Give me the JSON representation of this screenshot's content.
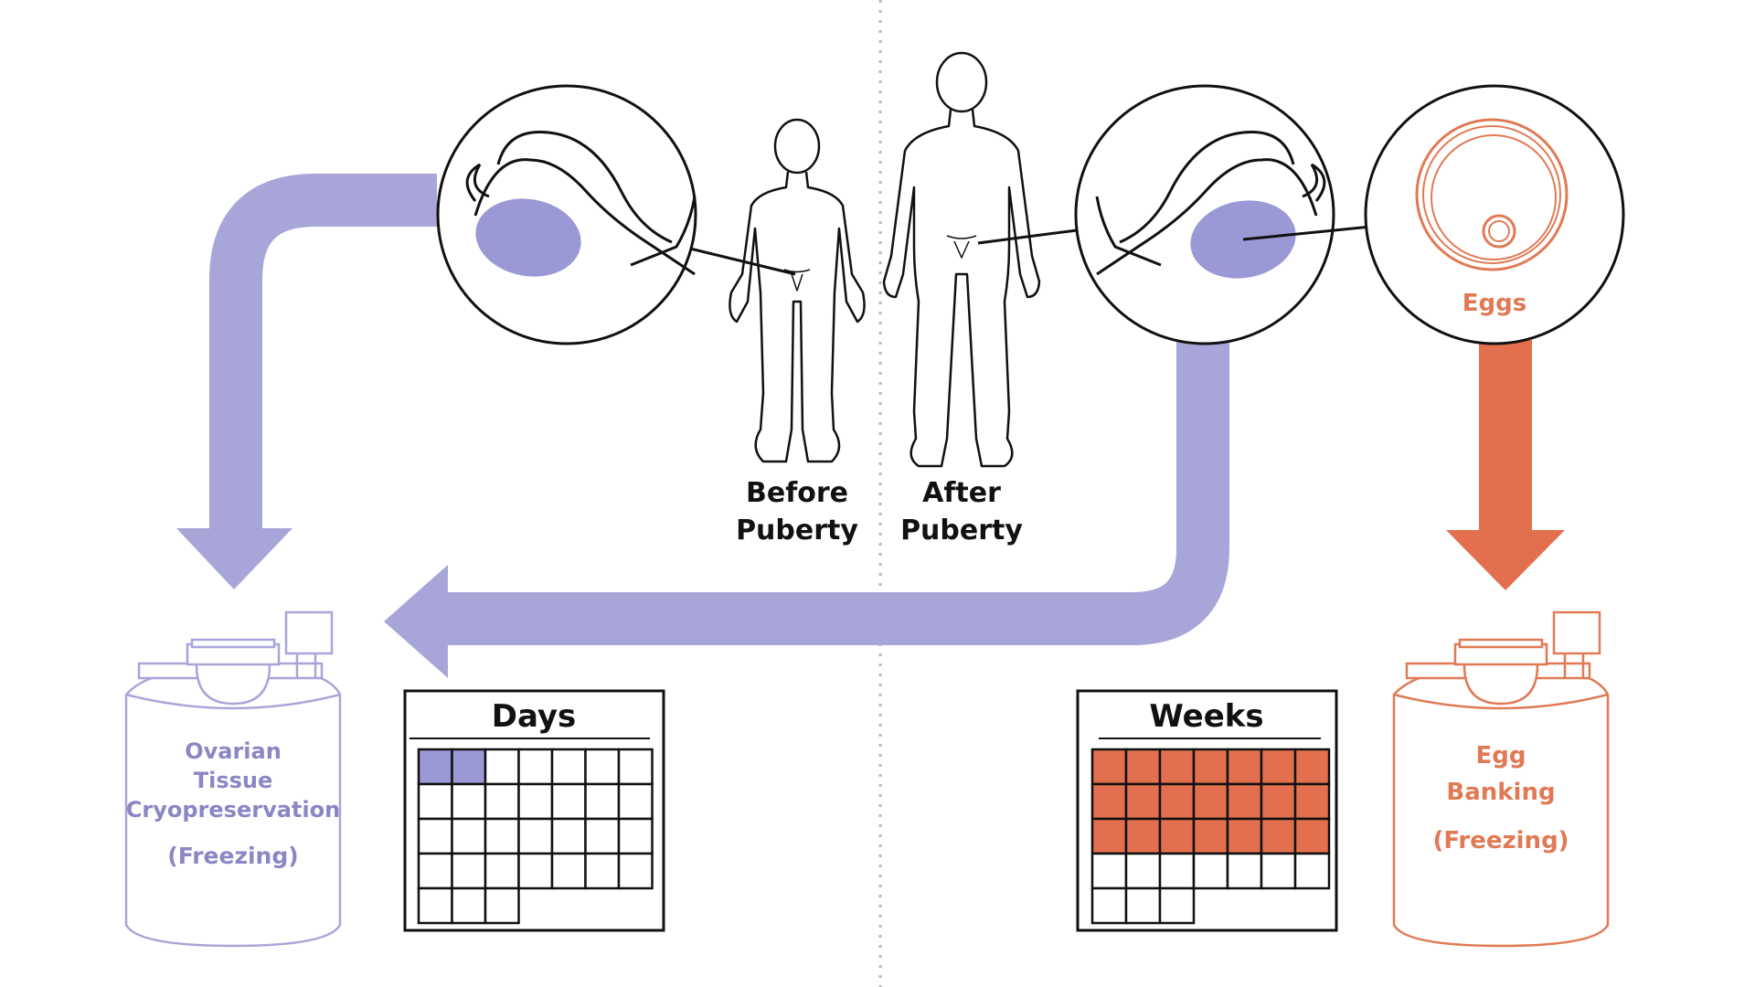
{
  "figure": {
    "left_figure_label_line1": "Before",
    "left_figure_label_line2": "Puberty",
    "right_figure_label_line1": "After",
    "right_figure_label_line2": "Puberty"
  },
  "eggs_circle": {
    "label": "Eggs"
  },
  "left_tank": {
    "line1": "Ovarian",
    "line2": "Tissue",
    "line3": "Cryopreservation",
    "line4": "(Freezing)"
  },
  "right_tank": {
    "line1": "Egg",
    "line2": "Banking",
    "line3": "(Freezing)"
  },
  "left_calendar": {
    "title": "Days",
    "shaded_cells": 2,
    "total_cells": 31
  },
  "right_calendar": {
    "title": "Weeks",
    "shaded_cells": 21,
    "total_cells": 31
  },
  "colors": {
    "purple": "#a8a6d9",
    "purple_dark": "#9b98d6",
    "purple_text": "#8b86c4",
    "orange": "#e2704f",
    "orange_text": "#e07a55",
    "line": "#111111",
    "divider": "#b8b8b8"
  },
  "icons": [
    "ovary-closeup-icon",
    "egg-icon",
    "body-outline-icon",
    "cryo-tank-icon",
    "calendar-icon"
  ]
}
